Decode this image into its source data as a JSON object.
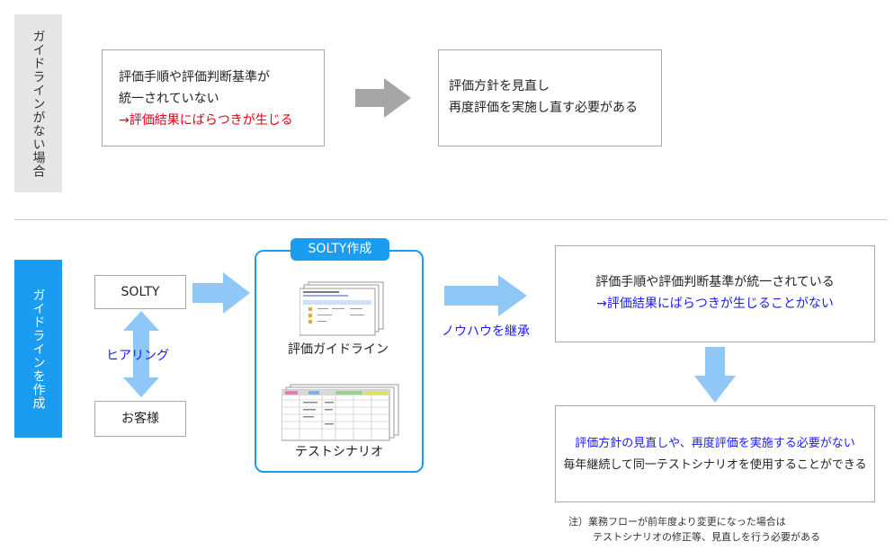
{
  "top": {
    "side_label": "ガイドラインがない場合",
    "problem_lines": [
      "評価手順や評価判断基準が",
      "統一されていない"
    ],
    "problem_result": "→評価結果にばらつきが生じる",
    "outcome_lines": [
      "評価方針を見直し",
      "再度評価を実施し直す必要がある"
    ]
  },
  "bottom": {
    "side_label": "ガイドラインを作成",
    "solty_label": "SOLTY",
    "hearing_label": "ヒアリング",
    "customer_label": "お客様",
    "group_title": "SOLTY作成",
    "doc1_label": "評価ガイドライン",
    "doc2_label": "テストシナリオ",
    "knowhow_label": "ノウハウを継承",
    "result_line1": "評価手順や評価判断基準が統一されている",
    "result_line2": "→評価結果にばらつきが生じることがない",
    "benefit_line1": "評価方針の見直しや、再度評価を実施する必要がない",
    "benefit_line2": "毎年継続して同一テストシナリオを使用することができる",
    "note_line1": "注）業務フローが前年度より変更になった場合は",
    "note_line2": "テストシナリオの修正等、見直しを行う必要がある"
  },
  "colors": {
    "gray_band": "#e6e6e6",
    "blue_band": "#1a9cf0",
    "light_arrow": "#8fc8f7",
    "gray_arrow": "#a6a6a6",
    "red_text": "#e60012",
    "blue_text": "#1a1aff"
  }
}
